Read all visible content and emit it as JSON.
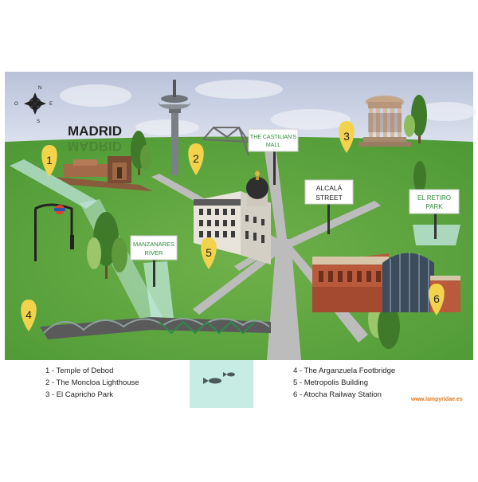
{
  "map": {
    "title": "MADRID",
    "compass": {
      "n": "N",
      "s": "S",
      "e": "E",
      "o": "O",
      "icon": "compass-rose-icon"
    },
    "markers": [
      {
        "number": "1"
      },
      {
        "number": "2"
      },
      {
        "number": "3"
      },
      {
        "number": "4"
      },
      {
        "number": "5"
      },
      {
        "number": "6"
      }
    ],
    "signs": {
      "castilians_mall": [
        "THE CASTILIAN'S",
        "MALL"
      ],
      "alcala_street": [
        "ALCALÁ",
        "STREET"
      ],
      "el_retiro_park": [
        "EL RETIRO",
        "PARK"
      ],
      "manzanares_river": [
        "MANZANARES",
        "RIVER"
      ]
    },
    "colors": {
      "sky": "#c9d0e3",
      "grass": "#5ea23f",
      "road": "#bdbdbd",
      "water": "#bfe6dd",
      "marker": "#f2d34b"
    }
  },
  "legend": {
    "left": [
      "1 - Temple of Debod",
      "2 - The Moncloa Lighthouse",
      "3 - El Capricho Park"
    ],
    "right": [
      "4 - The Arganzuela Footbridge",
      "5 - Metropolis Building",
      "6 - Atocha Railway Station"
    ]
  },
  "credit": "www.lampyridae.es"
}
